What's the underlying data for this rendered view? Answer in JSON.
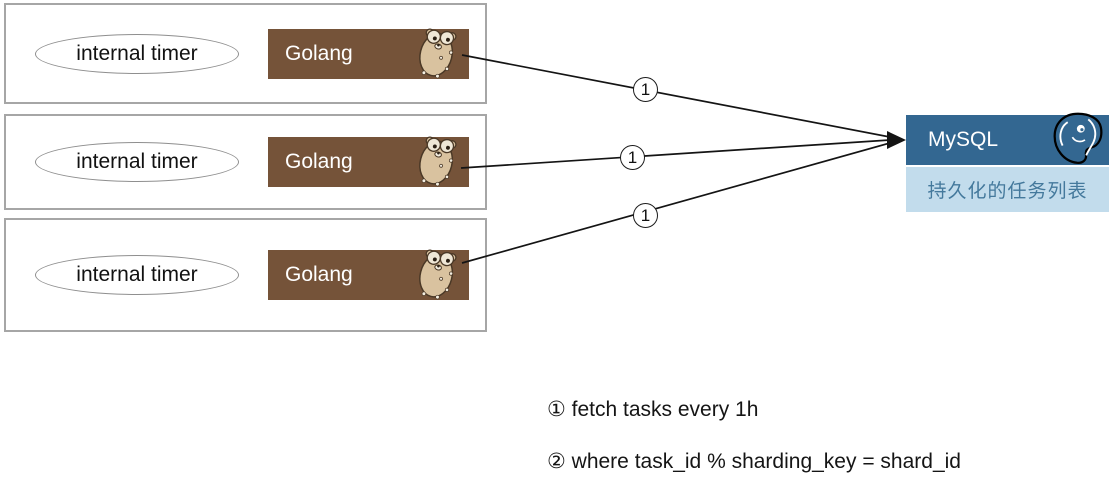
{
  "workers": [
    {
      "timer_label": "internal timer",
      "runtime_label": "Golang",
      "runtime_icon": "go-gopher-icon"
    },
    {
      "timer_label": "internal timer",
      "runtime_label": "Golang",
      "runtime_icon": "go-gopher-icon"
    },
    {
      "timer_label": "internal timer",
      "runtime_label": "Golang",
      "runtime_icon": "go-gopher-icon"
    }
  ],
  "database": {
    "title": "MySQL",
    "icon": "postgresql-elephant-icon",
    "subtitle": "持久化的任务列表"
  },
  "arrows": [
    {
      "label": "1",
      "from": "golang-worker-1",
      "to": "mysql"
    },
    {
      "label": "1",
      "from": "golang-worker-2",
      "to": "mysql"
    },
    {
      "label": "1",
      "from": "golang-worker-3",
      "to": "mysql"
    }
  ],
  "notes": [
    "① fetch tasks every 1h",
    "② where task_id % sharding_key = shard_id"
  ],
  "colors": {
    "golang_box": "#755339",
    "db_header": "#336791",
    "db_subtitle_bg": "#c2dcec",
    "db_subtitle_text": "#44799c",
    "box_border": "#a6a6a6",
    "arrow": "#141414"
  }
}
